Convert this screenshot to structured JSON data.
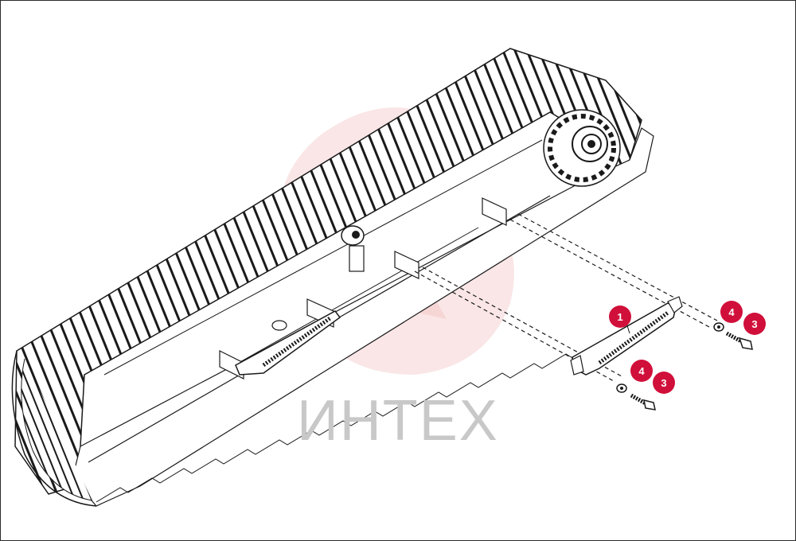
{
  "watermark": {
    "text": "ИНТЕХ",
    "color": "#c8c8c8",
    "emblem_color": "#f2b8b8"
  },
  "callout_color": "#d0103a",
  "callouts": [
    {
      "id": "c1",
      "label": "1"
    },
    {
      "id": "c4a",
      "label": "4"
    },
    {
      "id": "c3a",
      "label": "3"
    },
    {
      "id": "c4b",
      "label": "4"
    },
    {
      "id": "c3b",
      "label": "3"
    }
  ]
}
